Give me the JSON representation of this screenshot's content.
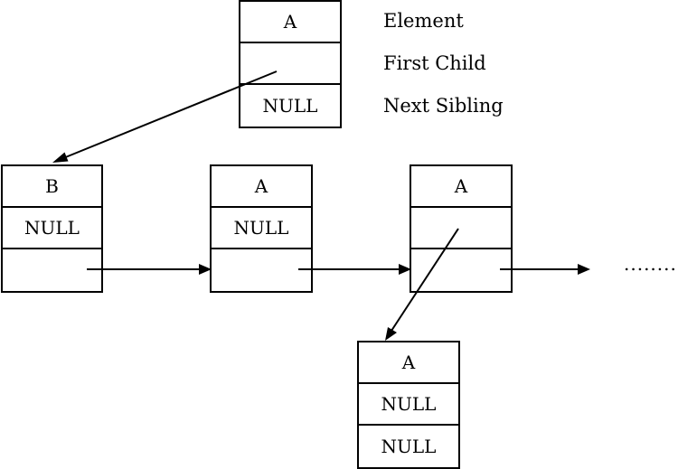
{
  "legend": {
    "element": "Element",
    "first_child": "First Child",
    "next_sibling": "Next Sibling"
  },
  "nodes": {
    "root": {
      "element": "A",
      "first_child": "",
      "next_sibling": "NULL"
    },
    "b": {
      "element": "B",
      "first_child": "NULL",
      "next_sibling": ""
    },
    "a2": {
      "element": "A",
      "first_child": "NULL",
      "next_sibling": ""
    },
    "a3": {
      "element": "A",
      "first_child": "",
      "next_sibling": ""
    },
    "a_child": {
      "element": "A",
      "first_child": "NULL",
      "next_sibling": "NULL"
    }
  },
  "continuation": "........"
}
